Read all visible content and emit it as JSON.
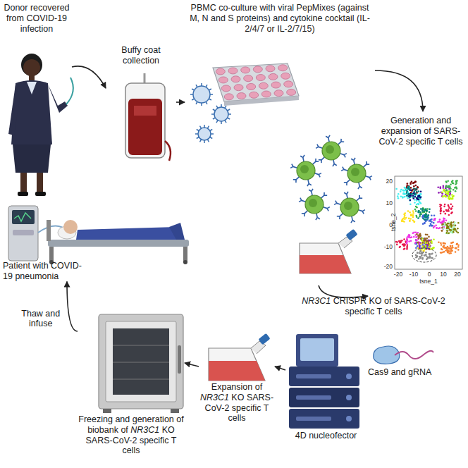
{
  "diagram": {
    "nodes": [
      {
        "text": [
          "Donor recovered from COVID-19 infection"
        ]
      },
      {
        "text": [
          "Buffy coat collection"
        ]
      },
      {
        "text": [
          "PBMC co-culture with viral PepMixes (against M, N and S proteins) and cytokine cocktail (IL-2/4/7 or IL-2/7/15)"
        ]
      },
      {
        "text": [
          "Generation and expansion of SARS-CoV-2 specific T cells"
        ]
      },
      {
        "text": [
          "NR3C1 CRISPR KO of SARS-CoV-2 specific T cells"
        ]
      },
      {
        "text": [
          "Expansion of NR3C1 KO SARS-CoV-2 specific T cells"
        ]
      },
      {
        "text": [
          "Freezing and generation of biobank of NR3C1 KO SARS-CoV-2 specific T cells"
        ]
      },
      {
        "text": [
          "Patient with COVID-19 pneumonia"
        ]
      }
    ],
    "edges": [
      {
        "from": 0,
        "to": 1,
        "arrow": "to"
      },
      {
        "from": 1,
        "to": 2,
        "arrow": "to"
      },
      {
        "from": 2,
        "to": 3,
        "arrow": "to"
      },
      {
        "from": 3,
        "to": 4,
        "arrow": "to"
      },
      {
        "from": 4,
        "to": 5,
        "arrow": "to"
      },
      {
        "from": 5,
        "to": 6,
        "arrow": "to"
      },
      {
        "from": 6,
        "to": 7,
        "label": "Thaw and infuse",
        "arrow": "to"
      }
    ],
    "labels": [
      "Cas9 and gRNA",
      "4D nucleofector",
      "tsne_2",
      "20",
      "10",
      "0",
      "-10",
      "-20",
      "-20",
      "-10",
      "0",
      "10",
      "20",
      "tsne_1"
    ]
  }
}
